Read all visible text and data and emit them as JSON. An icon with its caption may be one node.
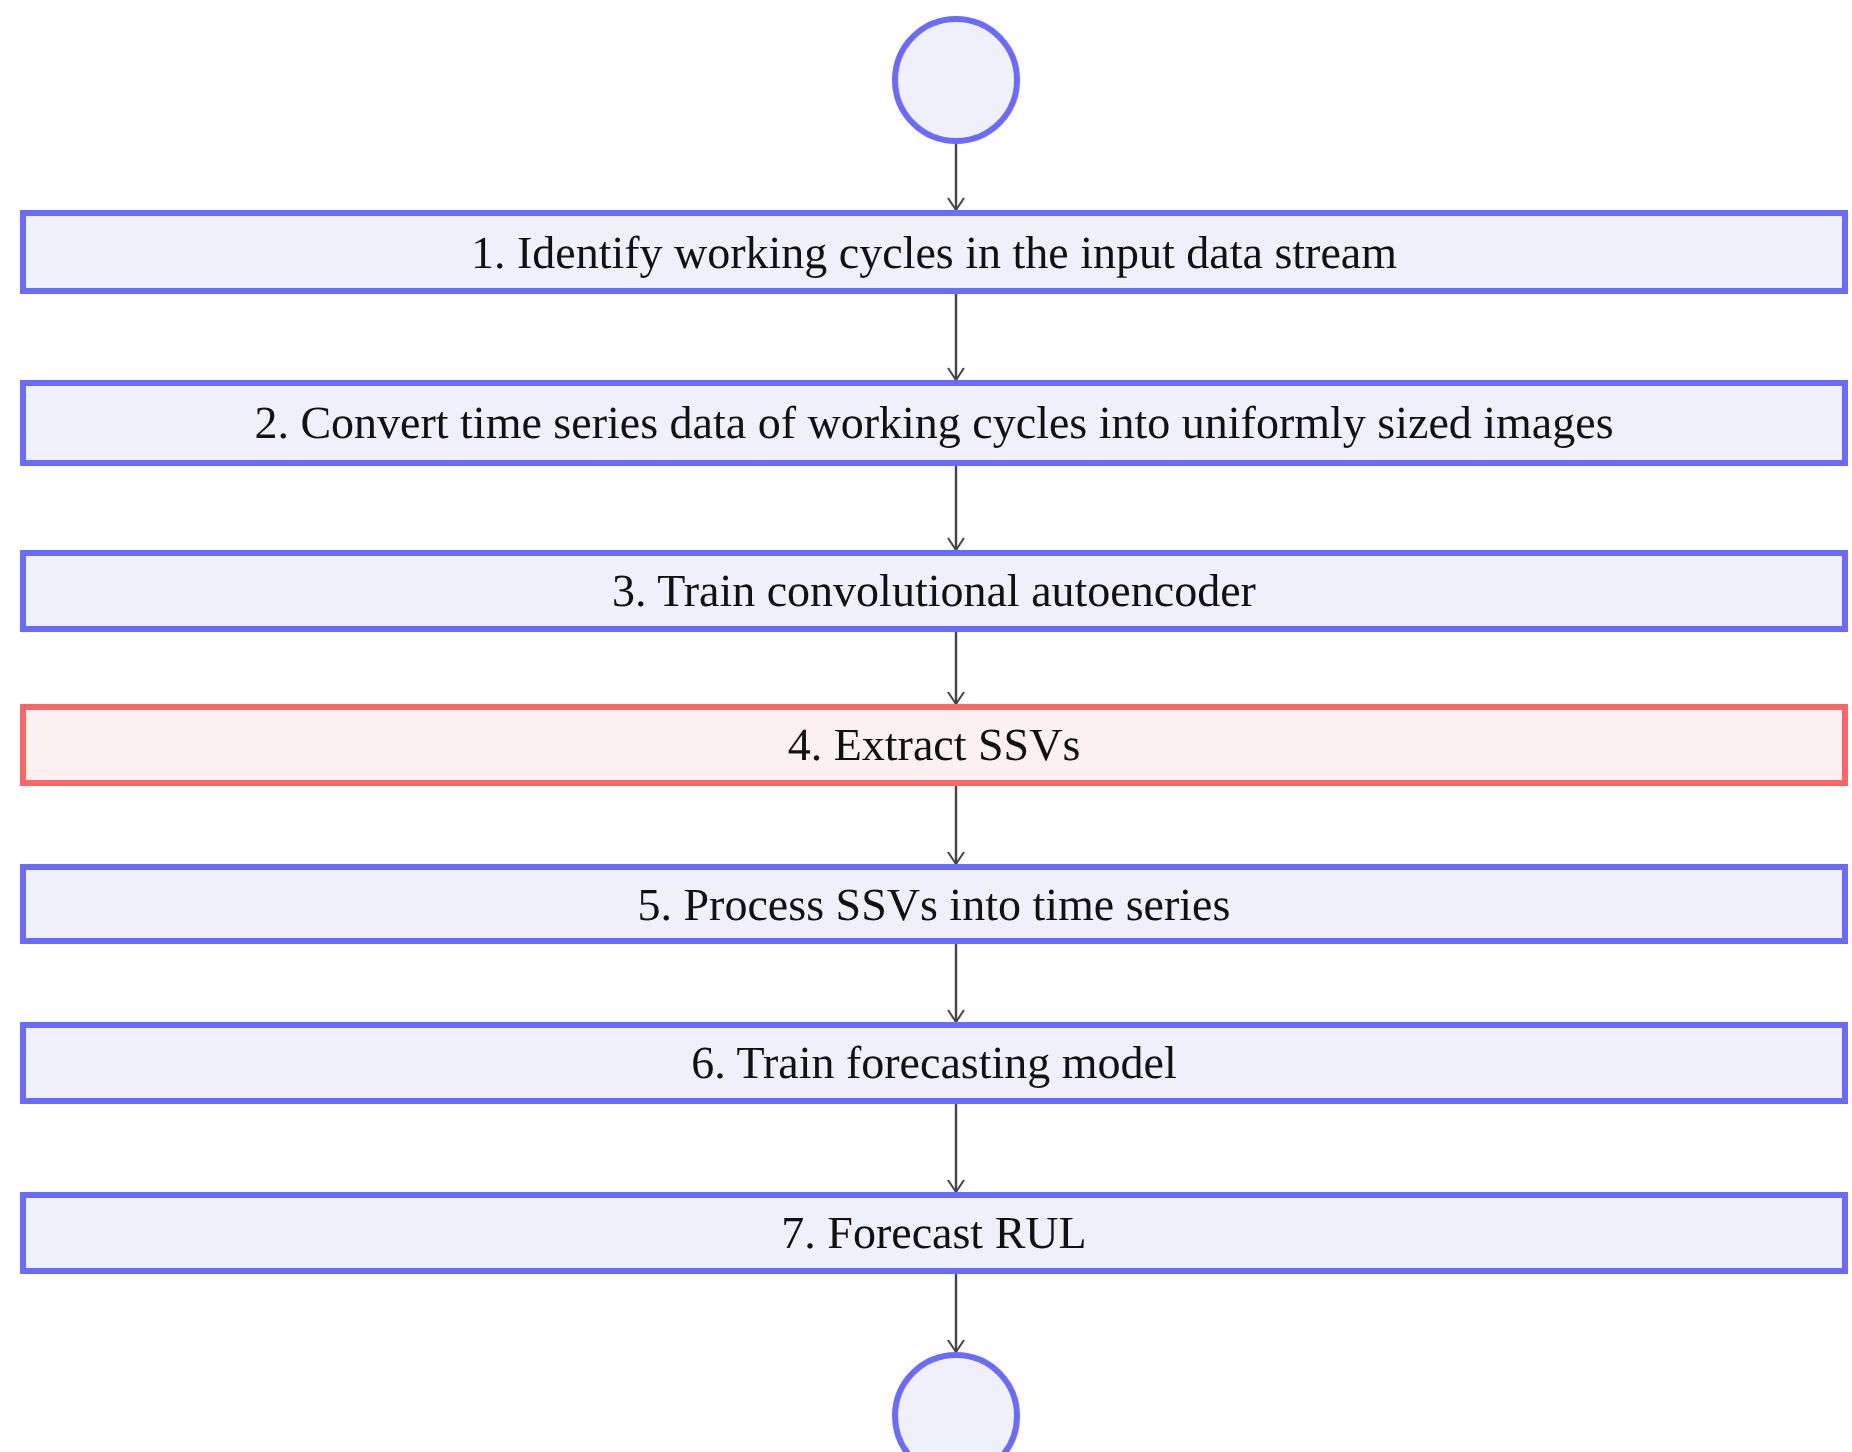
{
  "diagram": {
    "nodes": [
      {
        "text": [],
        "shape": "circle"
      },
      {
        "text": [
          "1. Identify working cycles in the input data stream"
        ]
      },
      {
        "text": [
          "2. Convert time series data of working cycles into uniformly sized images"
        ]
      },
      {
        "text": [
          "3. Train convolutional autoencoder"
        ]
      },
      {
        "text": [
          "4. Extract SSVs"
        ]
      },
      {
        "text": [
          "5. Process SSVs into time series"
        ]
      },
      {
        "text": [
          "6. Train forecasting model"
        ]
      },
      {
        "text": [
          "7. Forecast RUL"
        ]
      },
      {
        "text": [],
        "shape": "circle"
      }
    ],
    "edges": [
      {
        "from": 0,
        "to": 1,
        "arrow": "to"
      },
      {
        "from": 1,
        "to": 2,
        "arrow": "to"
      },
      {
        "from": 2,
        "to": 3,
        "arrow": "to"
      },
      {
        "from": 3,
        "to": 4,
        "arrow": "to"
      },
      {
        "from": 4,
        "to": 5,
        "arrow": "to"
      },
      {
        "from": 5,
        "to": 6,
        "arrow": "to"
      },
      {
        "from": 6,
        "to": 7,
        "arrow": "to"
      },
      {
        "from": 7,
        "to": 8,
        "arrow": "to"
      }
    ]
  }
}
